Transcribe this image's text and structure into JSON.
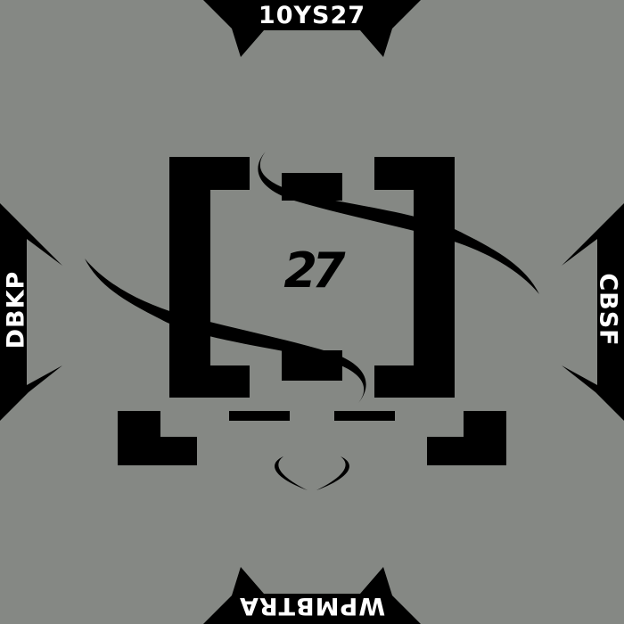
{
  "labels": {
    "top": "10YS27",
    "bottom": "WPMBTRA",
    "left": "DBKP",
    "right": "CBSF",
    "center": "27"
  },
  "colors": {
    "background": "#858884",
    "ink": "#000000",
    "label_text": "#ffffff"
  }
}
